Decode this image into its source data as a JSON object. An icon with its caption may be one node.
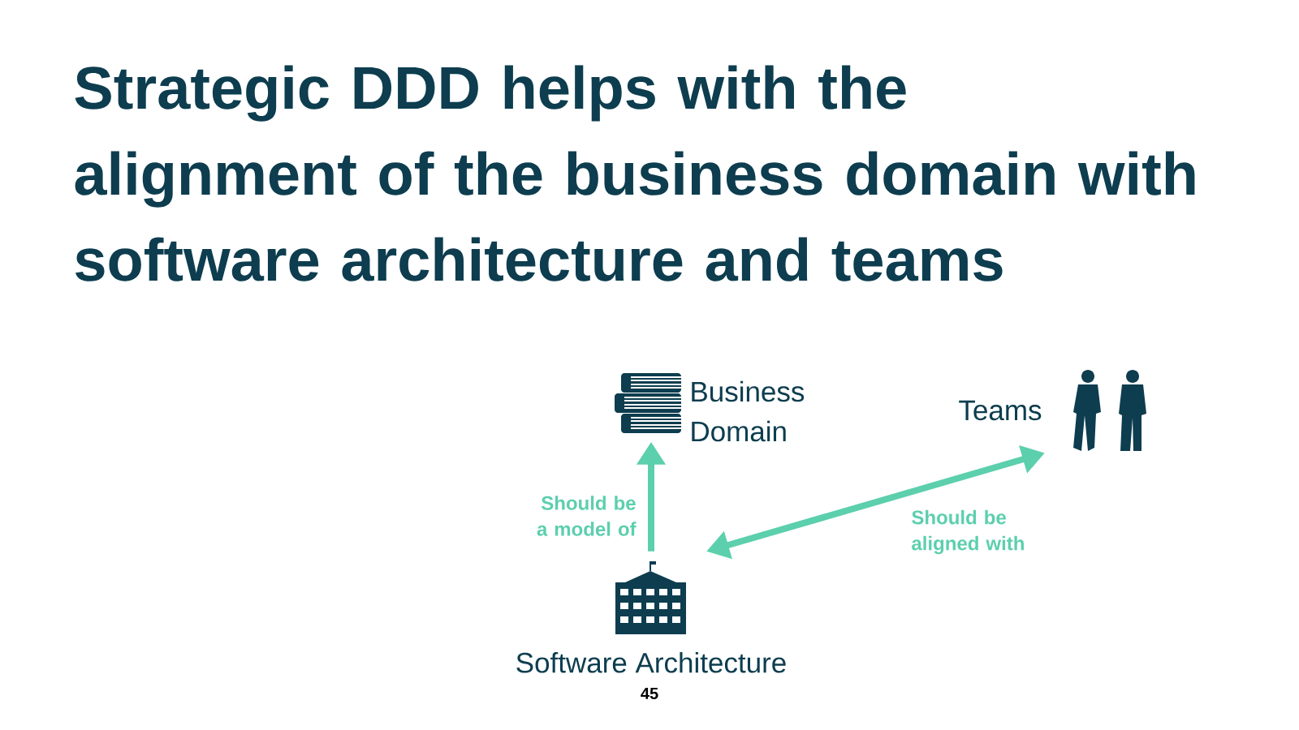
{
  "diagram": {
    "title": "Strategic DDD helps with the alignment of the business domain with software architecture and teams",
    "nodes": [
      {
        "text": [
          "Business Domain"
        ]
      },
      {
        "text": [
          "Teams"
        ]
      },
      {
        "text": [
          "Software Architecture"
        ]
      }
    ],
    "edges": [
      {
        "from": 2,
        "to": 0,
        "arrow": "to",
        "label": "Should be a model of"
      },
      {
        "from": 2,
        "to": 1,
        "arrow": "both",
        "label": "Should be aligned with"
      }
    ],
    "labels": [
      "45"
    ]
  }
}
